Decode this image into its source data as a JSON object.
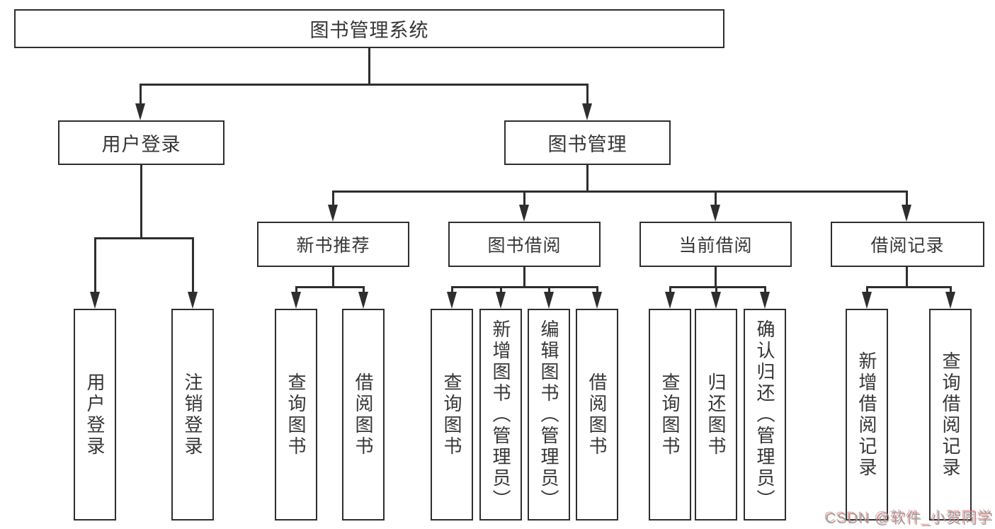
{
  "diagram": {
    "root": "图书管理系统",
    "level2": [
      "用户登录",
      "图书管理"
    ],
    "level3": [
      "新书推荐",
      "图书借阅",
      "当前借阅",
      "借阅记录"
    ],
    "leaves": {
      "login": [
        "用户登录",
        "注销登录"
      ],
      "newbook": [
        "查询图书",
        "借阅图书"
      ],
      "borrow": [
        "查询图书",
        "新增图书（管理员）",
        "编辑图书（管理员）",
        "借阅图书"
      ],
      "current": [
        "查询图书",
        "归还图书",
        "确认归还（管理员）"
      ],
      "records": [
        "新增借阅记录",
        "查询借阅记录"
      ]
    }
  },
  "watermark": "CSDN @软件_小贺同学",
  "colors": {
    "line": "#2e2e2e",
    "box_border": "#2e2e2e",
    "text": "#363636",
    "background": "#ffffff",
    "watermark_text": "#9b9b9b",
    "watermark_shadow": "#d9534f"
  }
}
